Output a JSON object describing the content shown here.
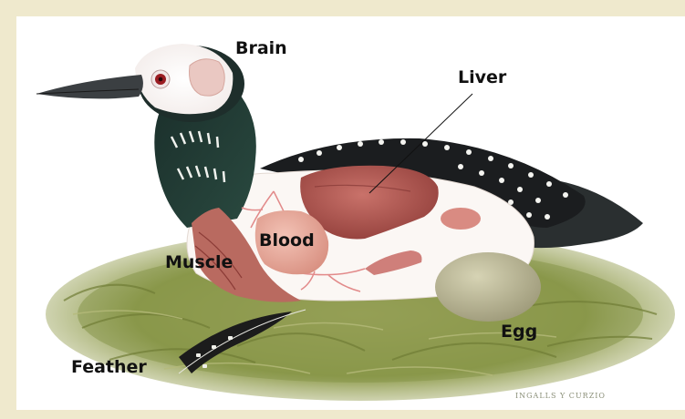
{
  "labels": {
    "brain": "Brain",
    "liver": "Liver",
    "blood": "Blood",
    "muscle": "Muscle",
    "egg": "Egg",
    "feather": "Feather"
  },
  "signature": "INGALLS Y CURZIO",
  "colors": {
    "frame": "#efe9cd",
    "panel": "#ffffff",
    "nest": "#8d9a4a",
    "head": "#1f3b35",
    "organ_liver": "#a9504a",
    "organ_blood": "#e7a79a",
    "muscle": "#b96a60",
    "egg": "#b7b393",
    "feather": "#1c1c1c"
  }
}
